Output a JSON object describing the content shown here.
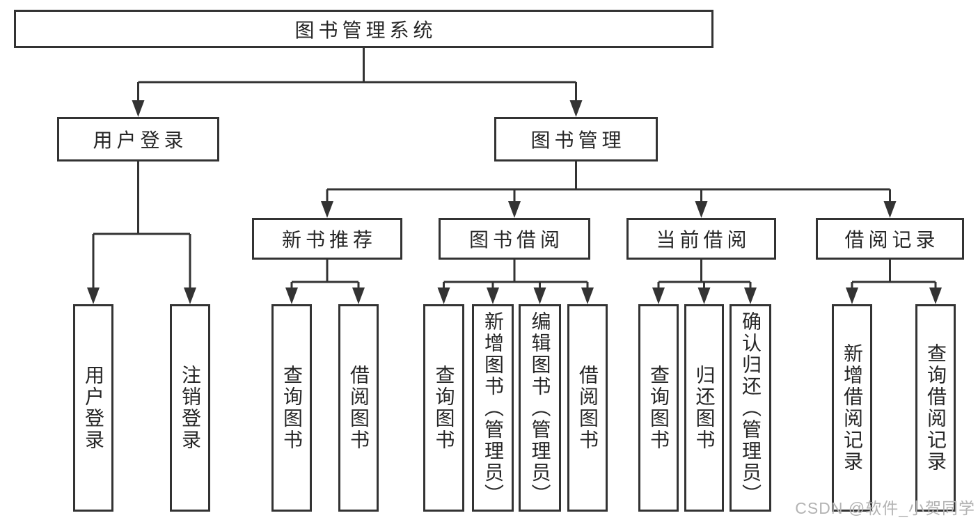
{
  "diagram": {
    "watermark": "CSDN @软件_小贺同学",
    "colors": {
      "line": "#333333",
      "box_border": "#333333",
      "text": "#262626",
      "watermark": "#b3b3b3",
      "background": "#ffffff"
    },
    "nodes": {
      "root": {
        "label": "图书管理系统"
      },
      "user_login": {
        "label": "用户登录"
      },
      "book_management": {
        "label": "图书管理"
      },
      "new_book_recommend": {
        "label": "新书推荐"
      },
      "book_borrowing": {
        "label": "图书借阅"
      },
      "current_borrowing": {
        "label": "当前借阅"
      },
      "borrowing_records": {
        "label": "借阅记录"
      },
      "leaf_user_login": {
        "label": "用户登录"
      },
      "leaf_logout": {
        "label": "注销登录"
      },
      "leaf_nb_query_book": {
        "label": "查询图书"
      },
      "leaf_nb_borrow_book": {
        "label": "借阅图书"
      },
      "leaf_bb_query_book": {
        "label": "查询图书"
      },
      "leaf_bb_add_book": {
        "label": "新增图书（管理员）"
      },
      "leaf_bb_edit_book": {
        "label": "编辑图书（管理员）"
      },
      "leaf_bb_borrow_book": {
        "label": "借阅图书"
      },
      "leaf_cb_query_book": {
        "label": "查询图书"
      },
      "leaf_cb_return_book": {
        "label": "归还图书"
      },
      "leaf_cb_confirm_return": {
        "label": "确认归还（管理员）"
      },
      "leaf_br_add_record": {
        "label": "新增借阅记录"
      },
      "leaf_br_query_record": {
        "label": "查询借阅记录"
      }
    },
    "hierarchy": {
      "图书管理系统": {
        "用户登录": [
          "用户登录",
          "注销登录"
        ],
        "图书管理": {
          "新书推荐": [
            "查询图书",
            "借阅图书"
          ],
          "图书借阅": [
            "查询图书",
            "新增图书（管理员）",
            "编辑图书（管理员）",
            "借阅图书"
          ],
          "当前借阅": [
            "查询图书",
            "归还图书",
            "确认归还（管理员）"
          ],
          "借阅记录": [
            "新增借阅记录",
            "查询借阅记录"
          ]
        }
      }
    }
  }
}
